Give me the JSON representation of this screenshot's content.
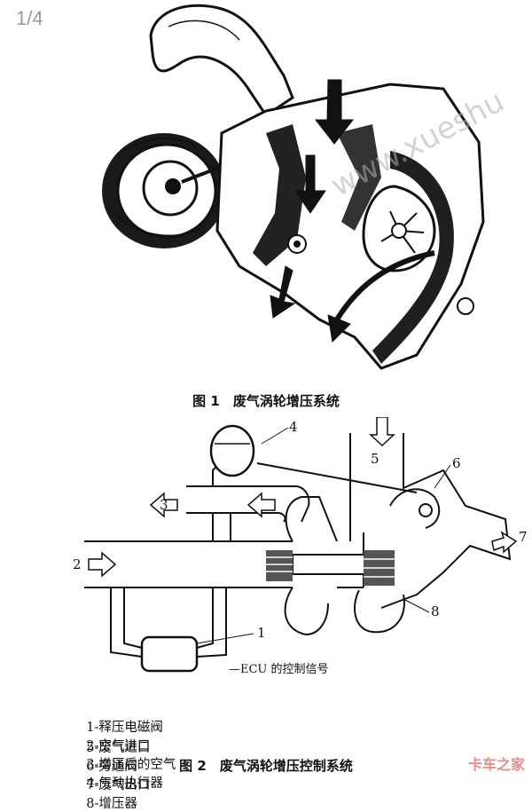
{
  "page_indicator": "1/4",
  "figure1": {
    "caption": "图 1　废气涡轮增压系统",
    "watermark_text": "www.xueshu"
  },
  "figure2": {
    "caption": "图 2　废气涡轮增压控制系统",
    "callouts": [
      "1",
      "2",
      "3",
      "4",
      "5",
      "6",
      "7",
      "8"
    ],
    "ecu_label": "—ECU 的控制信号"
  },
  "legend": [
    {
      "number": "1",
      "text": "释压电磁阀"
    },
    {
      "number": "2",
      "text": "空气进口"
    },
    {
      "number": "3",
      "text": "增压后的空气"
    },
    {
      "number": "4",
      "text": "气动执行器"
    },
    {
      "number": "5",
      "text": "废气进口"
    },
    {
      "number": "6",
      "text": "旁通阀"
    },
    {
      "number": "7",
      "text": "废气出口"
    },
    {
      "number": "8",
      "text": "增压器"
    }
  ],
  "site_watermark": "卡车之家"
}
